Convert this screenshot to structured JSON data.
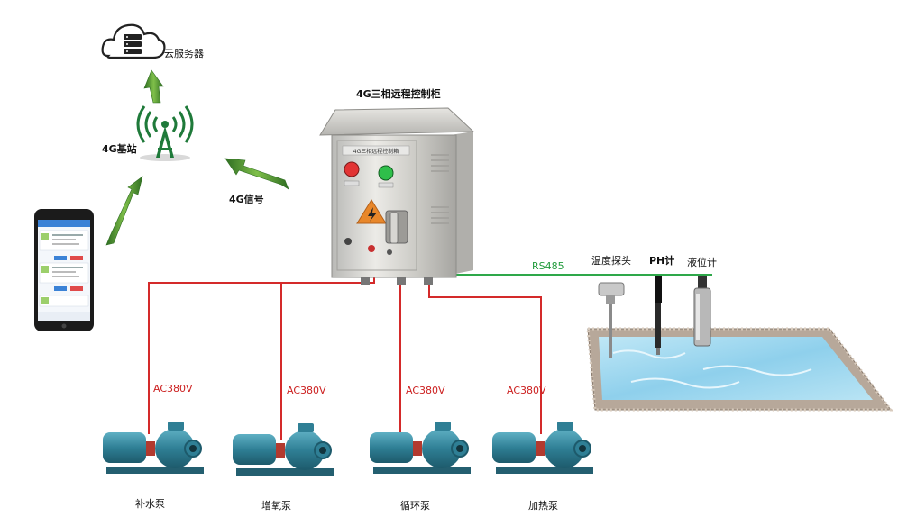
{
  "labels": {
    "cloud": "云服务器",
    "base_station": "4G基站",
    "signal": "4G信号",
    "cabinet_title": "4G三相远程控制柜",
    "cabinet_plate": "4G三相远程控制箱",
    "rs485": "RS485",
    "temp_probe": "温度探头",
    "ph_meter": "PH计",
    "level_meter": "液位计",
    "voltage_1": "AC380V",
    "voltage_2": "AC380V",
    "voltage_3": "AC380V",
    "voltage_4": "AC380V",
    "pump_1": "补水泵",
    "pump_2": "增氧泵",
    "pump_3": "循环泵",
    "pump_4": "加热泵"
  },
  "colors": {
    "power_line": "#d42a2a",
    "rs485_line": "#2ea84a",
    "arrow_green": "#3f8a2f",
    "tower": "#1f7a3a",
    "pump_blue": "#2f7f95",
    "water": "#9fd8ef"
  },
  "icons": [
    "cloud-server-icon",
    "signal-tower-icon",
    "phone-app-icon",
    "arrow-icon",
    "pump-icon",
    "sensor-probe-icon",
    "warning-icon"
  ]
}
